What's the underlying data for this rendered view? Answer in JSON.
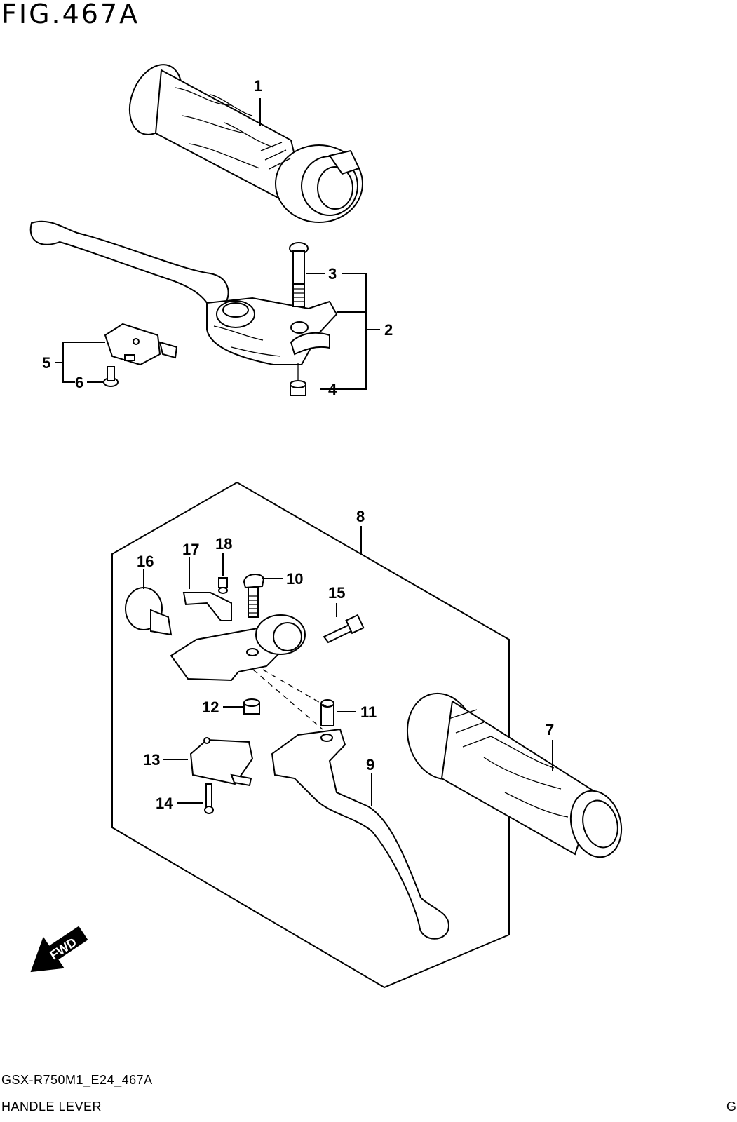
{
  "figure": {
    "title": "FIG.467A",
    "code": "GSX-R750M1_E24_467A",
    "name": "HANDLE LEVER",
    "corner_mark": "G"
  },
  "direction_arrow": {
    "label": "FWD",
    "icon": "fwd-arrow-icon"
  },
  "callouts": {
    "c1": "1",
    "c2": "2",
    "c3": "3",
    "c4": "4",
    "c5": "5",
    "c6": "6",
    "c7": "7",
    "c8": "8",
    "c9": "9",
    "c10": "10",
    "c11": "11",
    "c12": "12",
    "c13": "13",
    "c14": "14",
    "c15": "15",
    "c16": "16",
    "c17": "17",
    "c18": "18"
  }
}
